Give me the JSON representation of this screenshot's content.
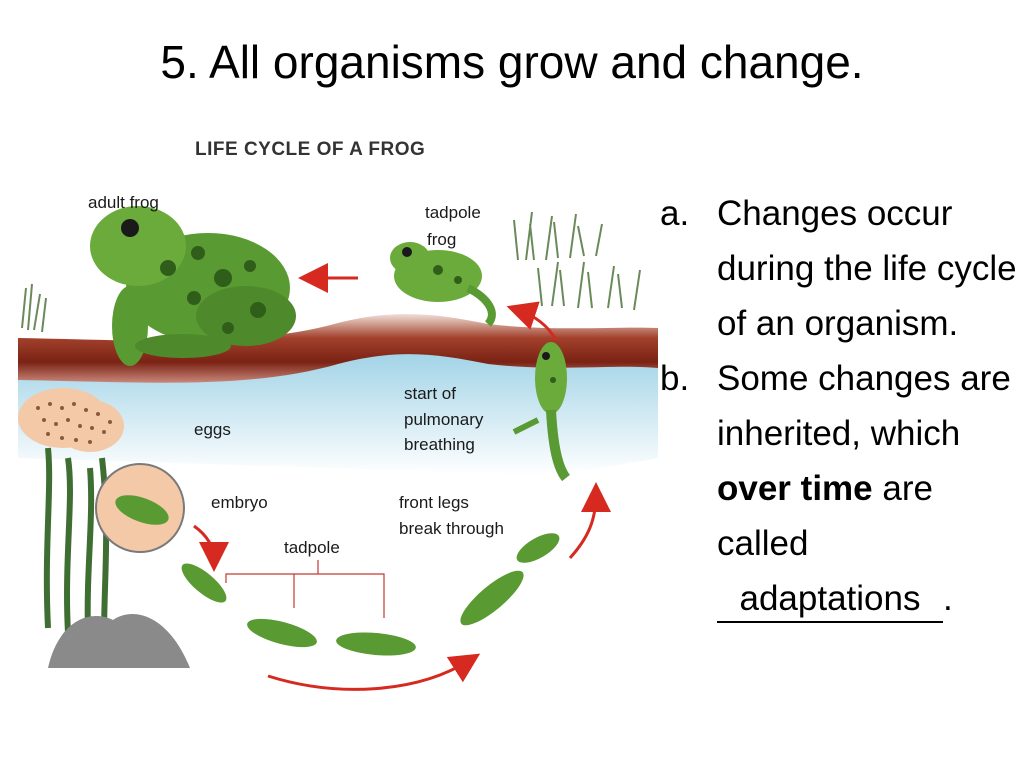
{
  "title": "5. All organisms grow and change.",
  "diagram": {
    "title": "LIFE CYCLE OF A FROG",
    "labels": {
      "adult_frog": "adult frog",
      "tadpole_frog_1": "tadpole",
      "tadpole_frog_2": "frog",
      "eggs": "eggs",
      "embryo": "embryo",
      "tadpole": "tadpole",
      "pulmonary_1": "start of",
      "pulmonary_2": "pulmonary",
      "pulmonary_3": "breathing",
      "front_legs_1": "front legs",
      "front_legs_2": "break through"
    },
    "colors": {
      "frog": "#5a9a32",
      "frog_spots": "#2f5e1a",
      "soil": "#8b2c1c",
      "water": "#bfe3ef",
      "arrow": "#d62a20",
      "egg": "#f3c9a8"
    }
  },
  "bullets": [
    {
      "marker": "a.",
      "text": "Changes occur during the life cycle of an organism."
    },
    {
      "marker": "b.",
      "pre": "Some changes are inherited, which ",
      "bold1": "over",
      "mid": " ",
      "bold2": "time",
      "post": " are called",
      "blank": "adaptations",
      "end": "."
    }
  ]
}
